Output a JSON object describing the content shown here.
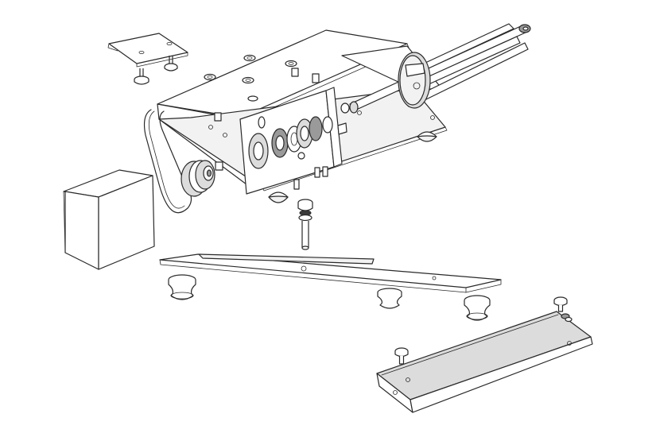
{
  "colors": {
    "line": "#2a2a2a",
    "background": "#ffffff",
    "part_fill": "#ffffff",
    "shade_light": "#f2f2f2",
    "shade_medium": "#dcdcdc",
    "shade_dark": "#9a9a9a"
  },
  "parts": [
    "top-clip-plate",
    "main-chassis",
    "guide-rods-assembly",
    "drive-belt",
    "pulley",
    "side-cover",
    "bearing-stack",
    "base-plate",
    "bumper-feet",
    "angle-rail",
    "thumb-screws"
  ]
}
